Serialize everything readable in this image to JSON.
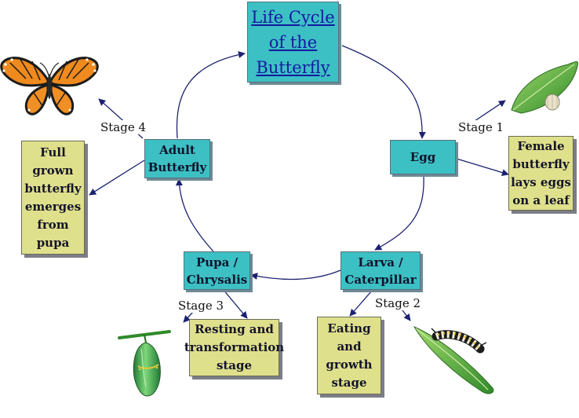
{
  "title": "Life Cycle\nof the\nButterfly",
  "stages": {
    "egg": {
      "label": "Egg",
      "stage": "Stage 1",
      "description": "Female\nbutterfly\nlays eggs\non a leaf"
    },
    "larva": {
      "label": "Larva /\nCaterpillar",
      "stage": "Stage 2",
      "description": "Eating\nand\ngrowth\nstage"
    },
    "pupa": {
      "label": "Pupa /\nChrysalis",
      "stage": "Stage 3",
      "description": "Resting and\ntransformation\nstage"
    },
    "adult": {
      "label": "Adult\nButterfly",
      "stage": "Stage 4",
      "description": "Full\ngrown\nbutterfly\nemerges\nfrom\npupa"
    }
  },
  "colors": {
    "node_fill": "#3cc0c4",
    "description_fill": "#dfe08c",
    "arrow": "#1c2270",
    "title_text": "#151aa0"
  },
  "icons": [
    "monarch-butterfly-illustration",
    "leaf-with-egg-illustration",
    "caterpillar-on-leaf-illustration",
    "chrysalis-illustration"
  ]
}
